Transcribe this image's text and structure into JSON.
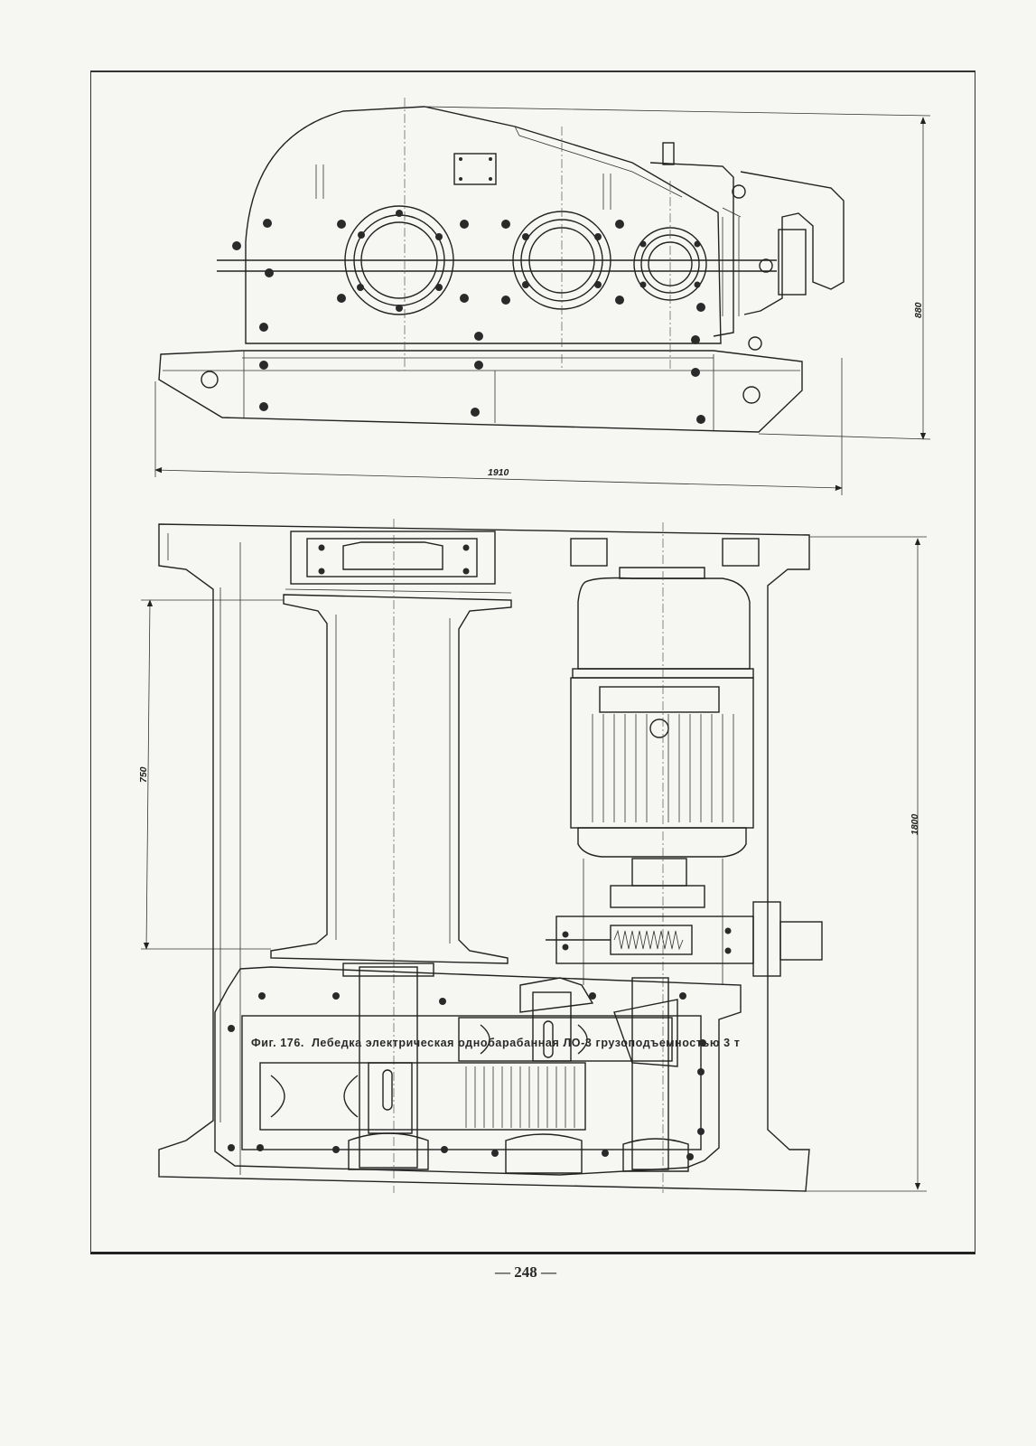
{
  "figure": {
    "caption_number": "Фиг. 176.",
    "caption_text": "Лебедка электрическая однобарабанная ЛО-3 грузоподъемностью 3 т",
    "page_number": "— 248 —"
  },
  "dimensions": {
    "side_view_length": "1910",
    "side_view_height": "880",
    "plan_drum_length": "750",
    "plan_width": "1800"
  },
  "views": {
    "top": "side-view",
    "bottom": "plan-view"
  }
}
